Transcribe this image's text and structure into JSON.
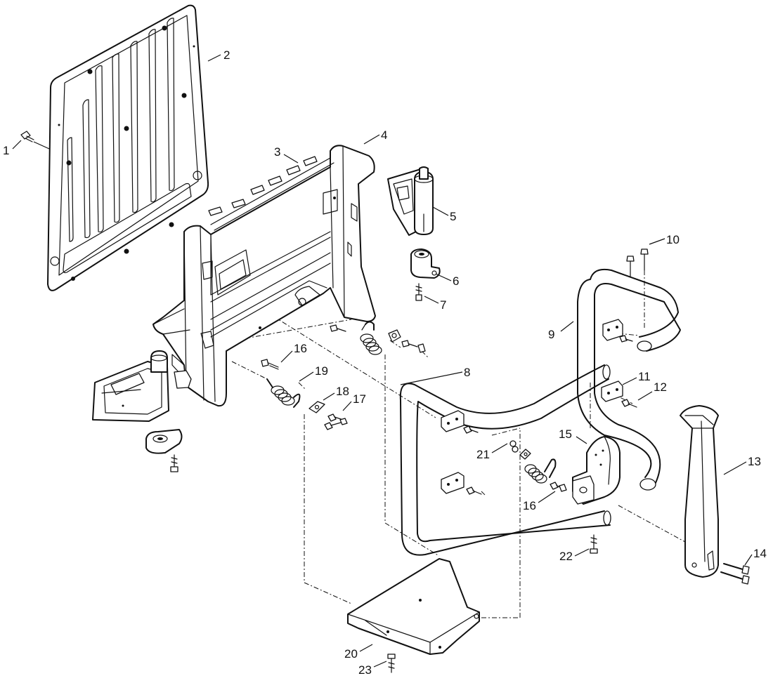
{
  "callouts": [
    "1",
    "2",
    "3",
    "4",
    "5",
    "6",
    "7",
    "8",
    "9",
    "10",
    "11",
    "12",
    "13",
    "14",
    "15",
    "16",
    "16",
    "17",
    "18",
    "19",
    "20",
    "21",
    "22",
    "23"
  ]
}
